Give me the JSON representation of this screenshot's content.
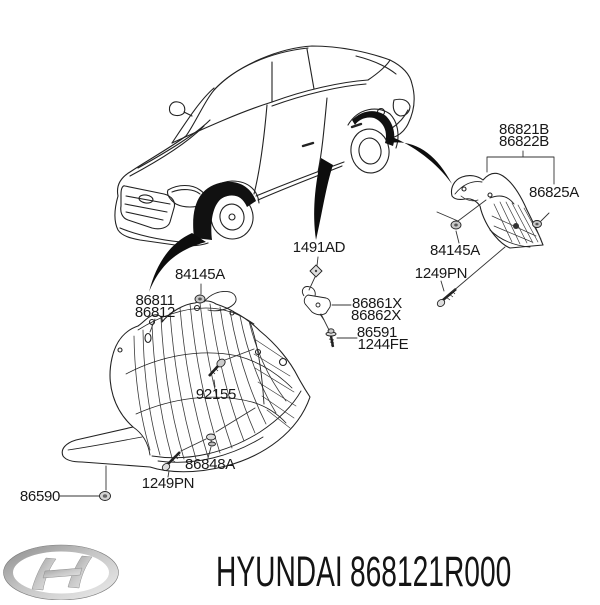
{
  "diagram": {
    "description": "Hyundai front and rear wheel arch liner (mudguard) parts diagram",
    "labels": [
      {
        "text": "86821B"
      },
      {
        "text": "86822B"
      },
      {
        "text": "86825A"
      },
      {
        "text": "84145A"
      },
      {
        "text": "1249PN"
      },
      {
        "text": "1491AD"
      },
      {
        "text": "86861X"
      },
      {
        "text": "86862X"
      },
      {
        "text": "86591"
      },
      {
        "text": "1244FE"
      },
      {
        "text": "86811"
      },
      {
        "text": "86812"
      },
      {
        "text": "84145A"
      },
      {
        "text": "92155"
      },
      {
        "text": "86848A"
      },
      {
        "text": "1249PN"
      },
      {
        "text": "86590"
      }
    ],
    "icons": {
      "car": "sedan-three-quarter-front-line-art",
      "arrows": "black-swoosh-pointer",
      "fasteners": [
        "nut",
        "screw",
        "bolt",
        "clip",
        "grommet",
        "bracket"
      ]
    }
  },
  "footer": {
    "brand": "HYUNDAI",
    "part_number": "868121R000",
    "logo": "hyundai-logo"
  },
  "colors": {
    "line": "#1c1c1c",
    "arrow": "#0d0d0d",
    "background": "#ffffff",
    "text": "#181818",
    "logo_silver_dark": "#8a8a8a",
    "logo_silver_light": "#eeeeee"
  }
}
